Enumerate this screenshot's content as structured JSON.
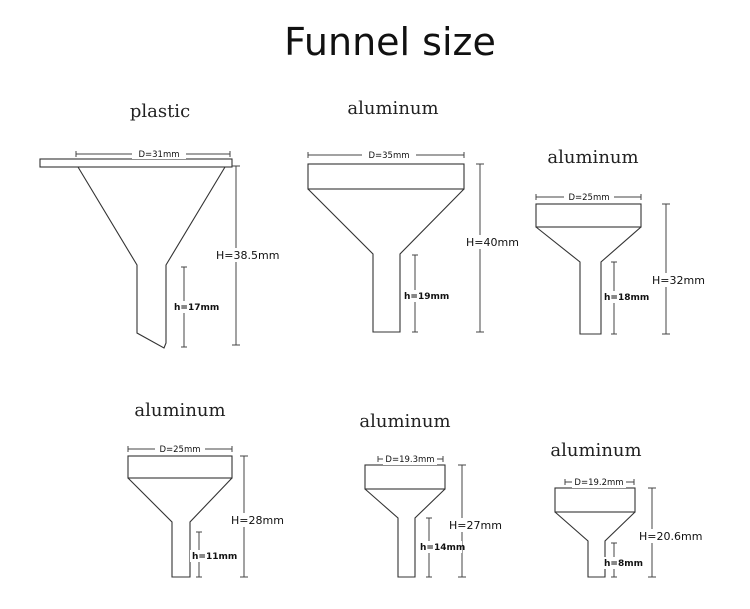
{
  "title": "Funnel size",
  "funnels": [
    {
      "material": "plastic",
      "diameter": "D=31mm",
      "height": "H=38.5mm",
      "stem": "h=17mm"
    },
    {
      "material": "aluminum",
      "diameter": "D=35mm",
      "height": "H=40mm",
      "stem": "h=19mm"
    },
    {
      "material": "aluminum",
      "diameter": "D=25mm",
      "height": "H=32mm",
      "stem": "h=18mm"
    },
    {
      "material": "aluminum",
      "diameter": "D=25mm",
      "height": "H=28mm",
      "stem": "h=11mm"
    },
    {
      "material": "aluminum",
      "diameter": "D=19.3mm",
      "height": "H=27mm",
      "stem": "h=14mm"
    },
    {
      "material": "aluminum",
      "diameter": "D=19.2mm",
      "height": "H=20.6mm",
      "stem": "h=8mm"
    }
  ]
}
